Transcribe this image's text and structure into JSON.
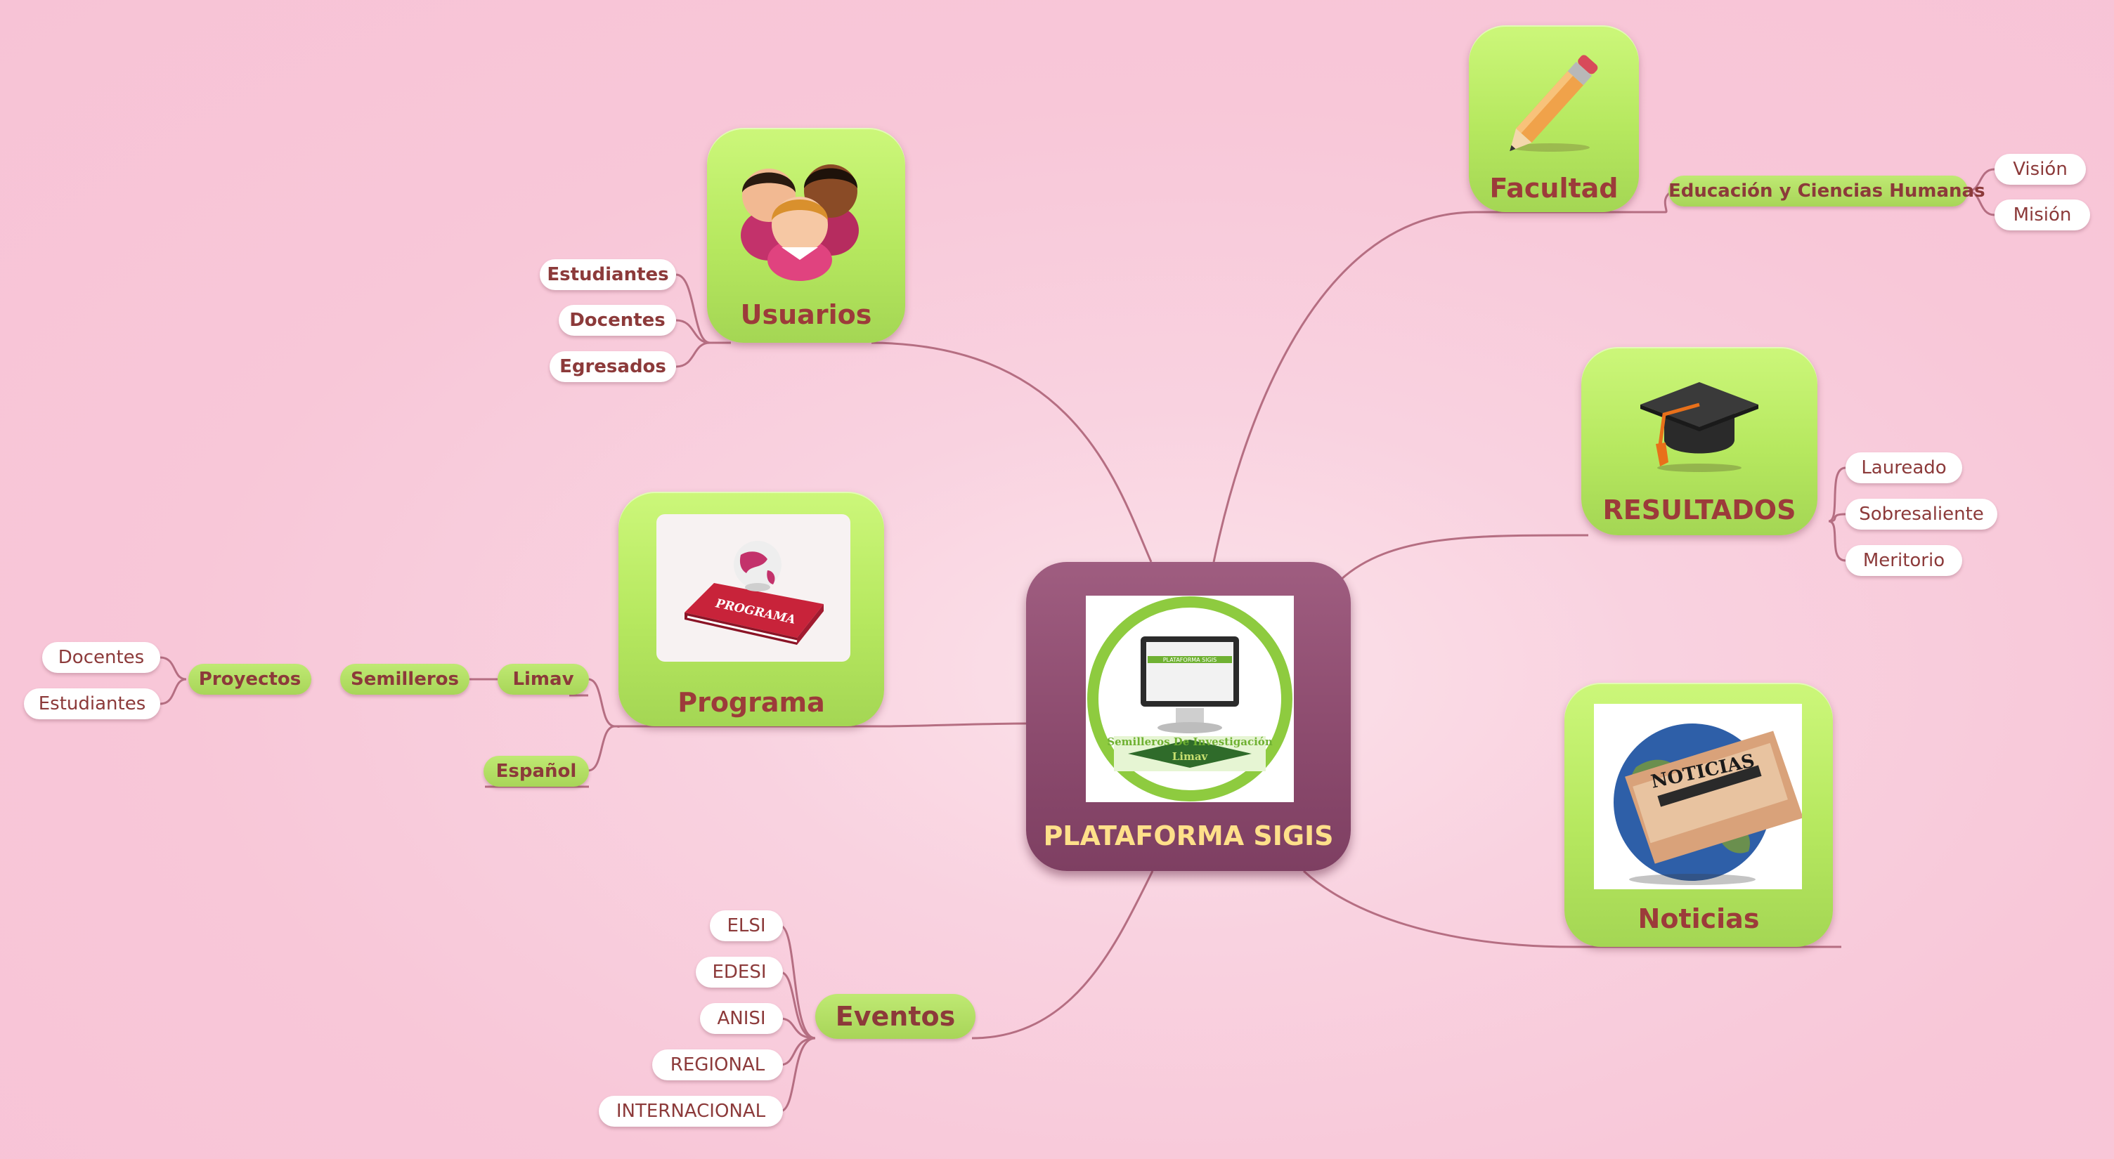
{
  "central": {
    "label": "PLATAFORMA SIGIS",
    "logo_text_top": "PLATAFORMA SIGIS",
    "logo_text_bottom": "Semilleros De Investigación",
    "logo_text_sub": "Limav"
  },
  "usuarios": {
    "label": "Usuarios",
    "icon": "users-icon",
    "children": [
      "Estudiantes",
      "Docentes",
      "Egresados"
    ]
  },
  "programa": {
    "label": "Programa",
    "icon": "program-book-icon",
    "book_text": "PROGRAMA",
    "limav": "Limav",
    "espanol": "Español",
    "semilleros": "Semilleros",
    "proyectos": "Proyectos",
    "proyectos_children": [
      "Docentes",
      "Estudiantes"
    ]
  },
  "eventos": {
    "label": "Eventos",
    "children": [
      "ELSI",
      "EDESI",
      "ANISI",
      "REGIONAL",
      "INTERNACIONAL"
    ]
  },
  "facultad": {
    "label": "Facultad",
    "icon": "pencil-icon",
    "sub": "Educación y Ciencias Humanas",
    "sub_children": [
      "Visión",
      "Misión"
    ]
  },
  "resultados": {
    "label": "RESULTADOS",
    "icon": "graduation-cap-icon",
    "children": [
      "Laureado",
      "Sobresaliente",
      "Meritorio"
    ]
  },
  "noticias": {
    "label": "Noticias",
    "icon": "news-globe-icon",
    "newspaper_text": "NOTICIAS"
  },
  "colors": {
    "background": "#f8c7d8",
    "topic_green": "#b6e85f",
    "central_purple": "#8b4a6d",
    "label_red": "#9c3b3a",
    "central_label": "#ffe08a",
    "line": "#b56e82"
  }
}
